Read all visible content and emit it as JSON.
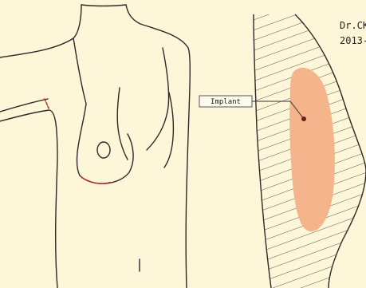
{
  "annotation": {
    "label": "Implant"
  },
  "signature": {
    "line1": "Dr.CK",
    "line2": "2013-"
  },
  "colors": {
    "background": "#fdf6d8",
    "outline": "#2a2a2a",
    "implant_fill": "#f4b48c",
    "incision": "#c0352e",
    "hatch": "#444444"
  }
}
